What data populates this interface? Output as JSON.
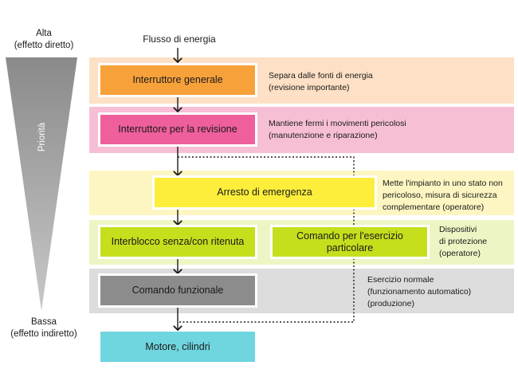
{
  "priority_scale": {
    "top_label": "Alta",
    "top_sublabel": "(effetto diretto)",
    "axis_label": "Priorità",
    "bottom_label": "Bassa",
    "bottom_sublabel": "(effetto indiretto)"
  },
  "flow_title": "Flusso di energia",
  "bands": [
    {
      "id": "band-1",
      "color": "#fde0c5"
    },
    {
      "id": "band-2",
      "color": "#f7bfd6"
    },
    {
      "id": "band-3",
      "color": "#fdf6c2"
    },
    {
      "id": "band-4",
      "color": "#eef5c4"
    },
    {
      "id": "band-5",
      "color": "#dcdcdc"
    }
  ],
  "boxes": {
    "main_switch": {
      "label": "Interruttore generale",
      "color": "#f7a13b"
    },
    "service_switch": {
      "label": "Interruttore per la revisione",
      "color": "#ee5f9b"
    },
    "emergency_stop": {
      "label": "Arresto di emergenza",
      "color": "#fcee3b"
    },
    "interlock": {
      "label": "Interblocco senza/con ritenuta",
      "color": "#c5df1c"
    },
    "special_mode": {
      "label": "Comando per l'esercizio particolare",
      "color": "#c5df1c"
    },
    "functional_control": {
      "label": "Comando funzionale",
      "color": "#8c8c8c"
    },
    "motor": {
      "label": "Motore, cilindri",
      "color": "#6fd5de"
    }
  },
  "notes": {
    "main_switch_note": "Separa dalle fonti di energia\n(revisione importante)",
    "service_switch_note": "Mantiene fermi i movimenti pericolosi\n(manutenzione e riparazione)",
    "emergency_stop_note": "Mette l'impianto in uno stato non\npericoloso, misura di sicurezza\ncomplementare (operatore)",
    "protection_note": "Dispositivi\ndi protezione\n(operatore)",
    "normal_operation_note": "Esercizio normale\n(funzionamento automatico)\n(produzione)"
  }
}
